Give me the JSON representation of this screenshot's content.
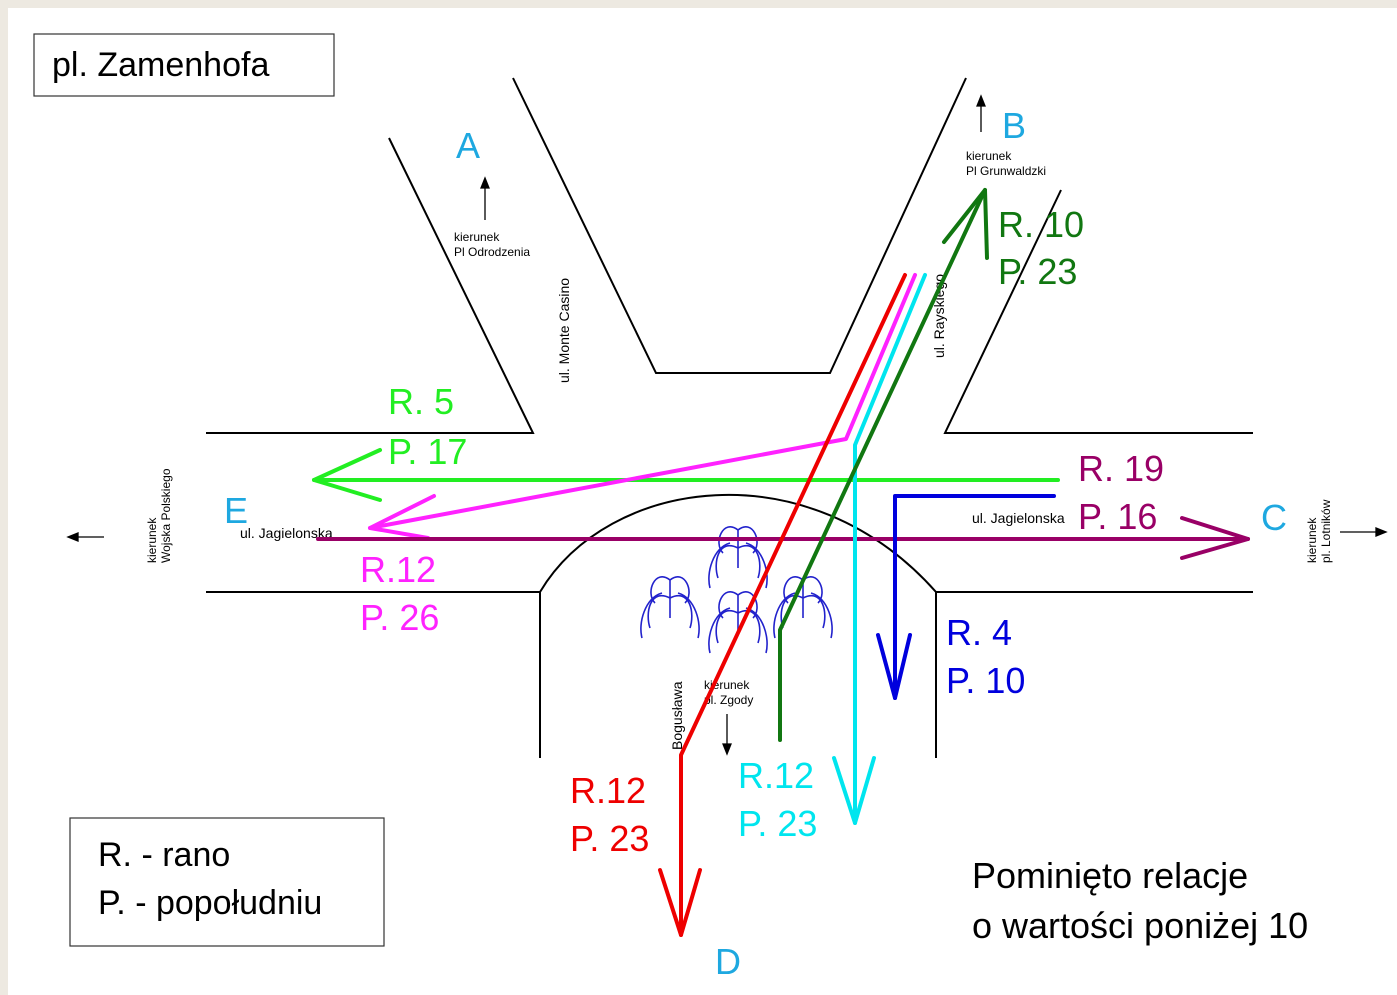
{
  "title": "pl. Zamenhofa",
  "directions": {
    "A": {
      "letter": "A",
      "kierunek": "kierunek",
      "target": "Pl Odrodzenia"
    },
    "B": {
      "letter": "B",
      "kierunek": "kierunek",
      "target": "Pl Grunwaldzki"
    },
    "C": {
      "letter": "C",
      "kierunek": "kierunek",
      "target": "pl. Lotników"
    },
    "D": {
      "letter": "D",
      "kierunek": "kierunek",
      "target": "pl. Zgody"
    },
    "E": {
      "letter": "E",
      "kierunek": "kierunek",
      "target": "Wojska Polskiego"
    }
  },
  "streets": {
    "monte_casino": "ul. Monte Casino",
    "rayskiego": "ul. Rayskiego",
    "jagielonska_west": "ul. Jagielonska",
    "jagielonska_east": "ul. Jagielonska",
    "boguslawa": "Bogusława"
  },
  "flows": [
    {
      "id": "C-E",
      "r": "R. 5",
      "p": "P. 17",
      "color": "#22ee22"
    },
    {
      "id": "B-E",
      "r": "R.12",
      "p": "P. 26",
      "color": "#ff22ff"
    },
    {
      "id": "E-C",
      "r": "R. 19",
      "p": "P. 16",
      "color": "#990066"
    },
    {
      "id": "C-D",
      "r": "R. 4",
      "p": "P. 10",
      "color": "#0000dd"
    },
    {
      "id": "D-B",
      "r": "R. 10",
      "p": "P. 23",
      "color": "#117711"
    },
    {
      "id": "B-D-cyan",
      "r": "R.12",
      "p": "P. 23",
      "color": "#00e5ee"
    },
    {
      "id": "B-D-red",
      "r": "R.12",
      "p": "P. 23",
      "color": "#ee0000"
    }
  ],
  "letter_color": "#1ea8e0",
  "legend": {
    "r": "R. - rano",
    "p": "P. - popołudniu"
  },
  "note": {
    "line1": "Pominięto relacje",
    "line2": "o wartości poniżej 10"
  }
}
